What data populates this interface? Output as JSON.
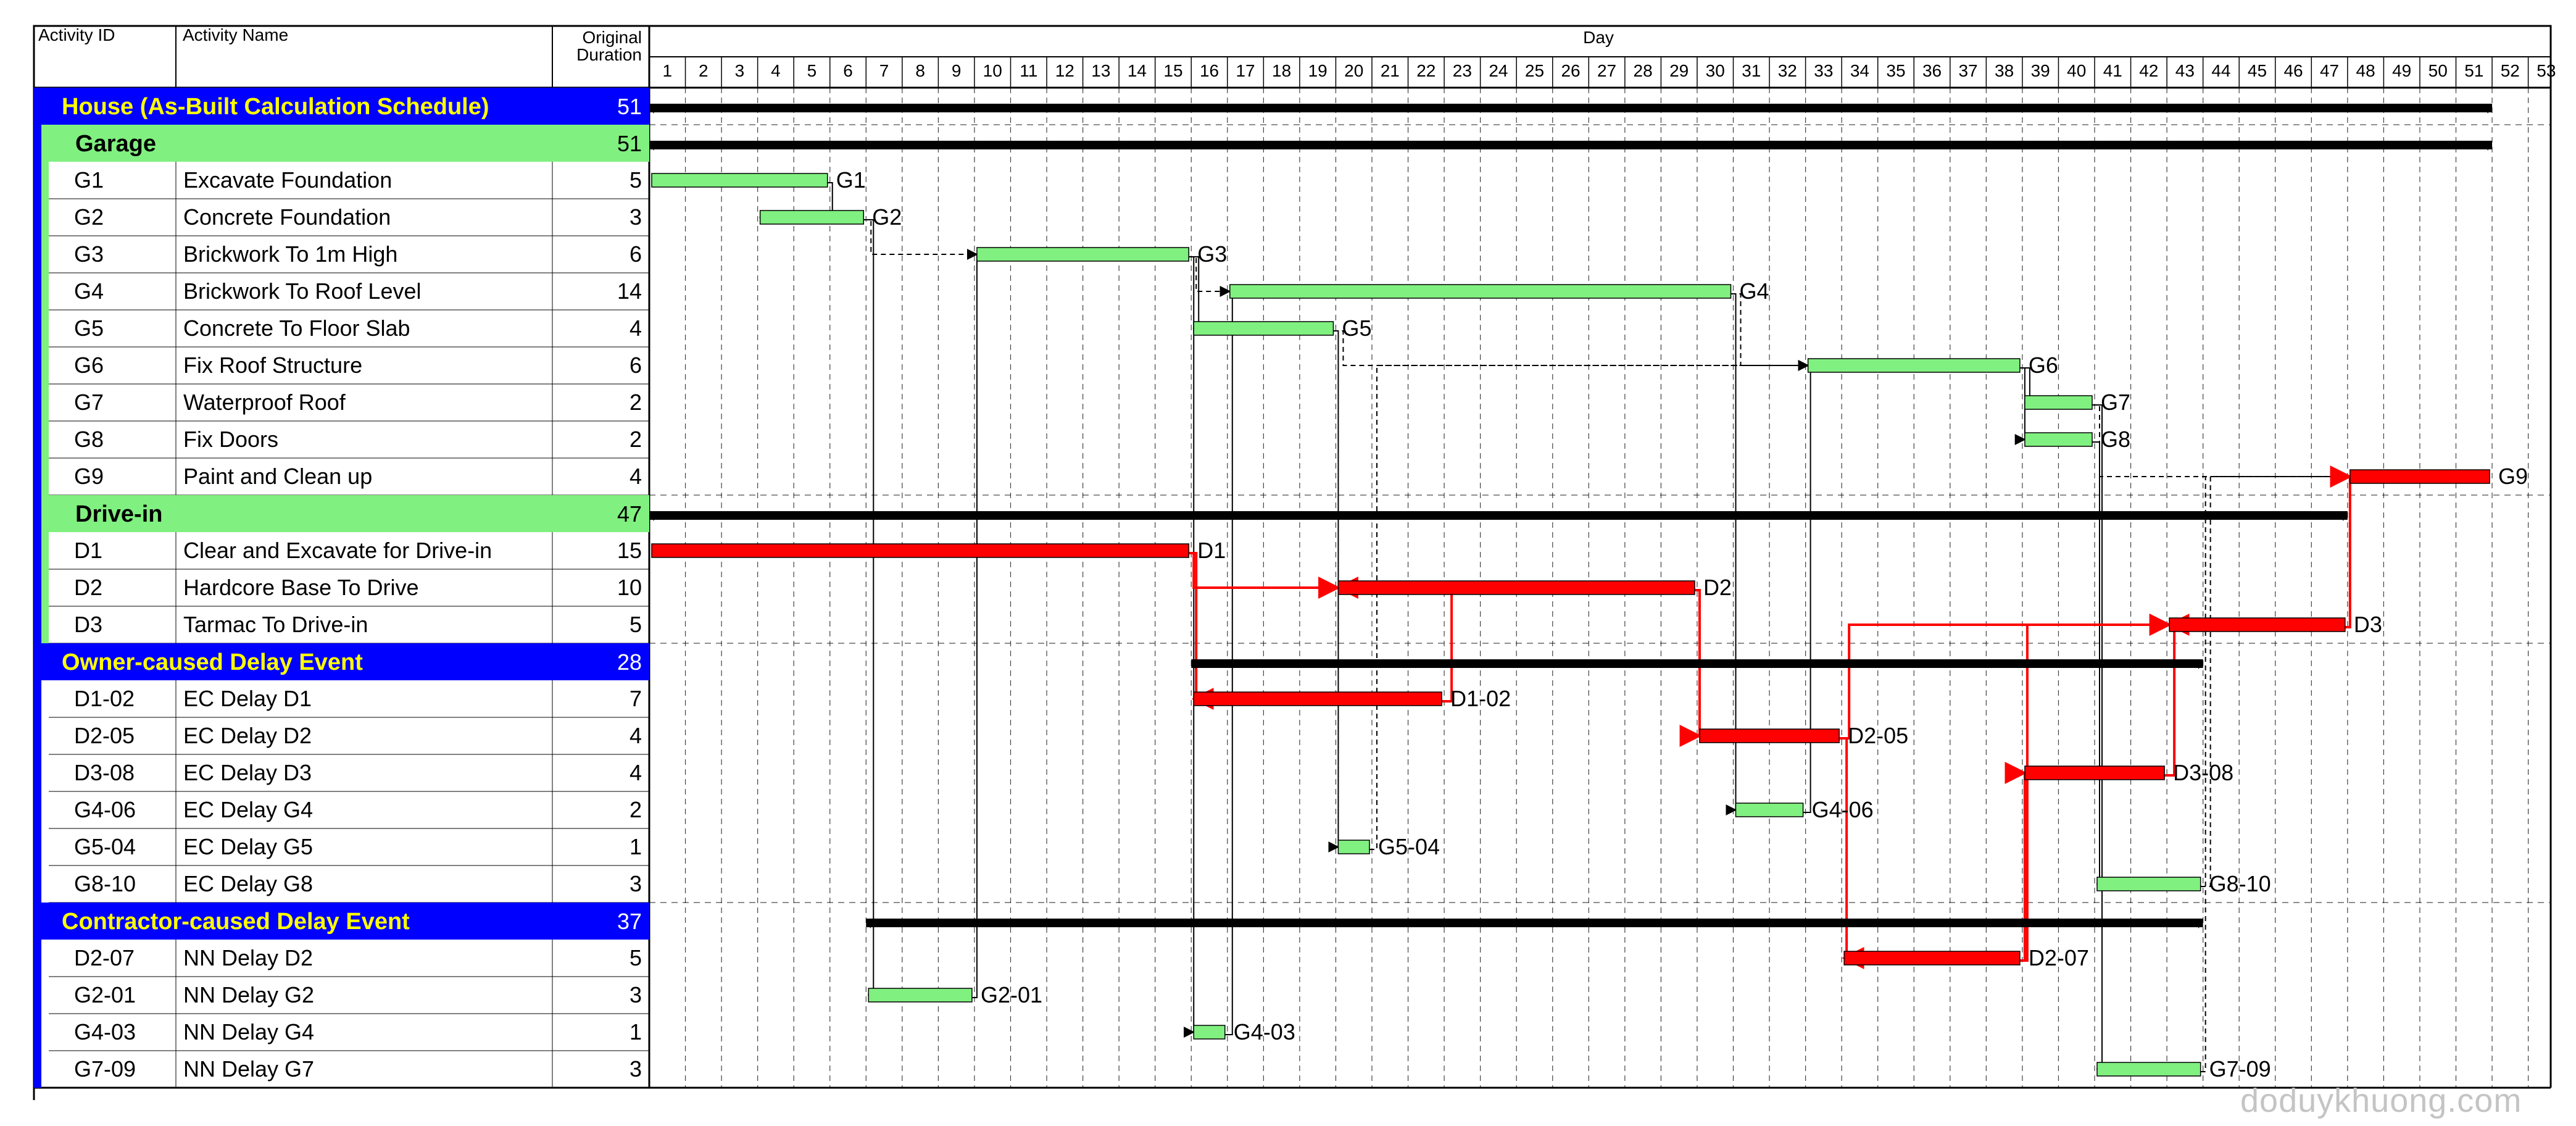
{
  "table": {
    "col_id": "Activity ID",
    "col_name": "Activity Name",
    "col_dur_1": "Original",
    "col_dur_2": "Duration",
    "timeline_title": "Day"
  },
  "watermark": "doduykhuong.com",
  "colors": {
    "group_blue": "#0000ff",
    "group_title_yellow": "#ffff00",
    "subgroup_green": "#80f080",
    "green_bar": "#80f080",
    "red_bar": "#ff0000",
    "summary_bar": "#000000",
    "white_text": "#ffffff"
  },
  "chart_data": {
    "type": "gantt",
    "x_unit": "Day",
    "days": [
      1,
      2,
      3,
      4,
      5,
      6,
      7,
      8,
      9,
      10,
      11,
      12,
      13,
      14,
      15,
      16,
      17,
      18,
      19,
      20,
      21,
      22,
      23,
      24,
      25,
      26,
      27,
      28,
      29,
      30,
      31,
      32,
      33,
      34,
      35,
      36,
      37,
      38,
      39,
      40,
      41,
      42,
      43,
      44,
      45,
      46,
      47,
      48,
      49,
      50,
      51,
      52,
      53
    ],
    "rows": [
      {
        "kind": "group",
        "id": "",
        "name": "House (As-Built Calculation Schedule)",
        "duration": 51,
        "start": 1,
        "end": 51
      },
      {
        "kind": "subgroup",
        "id": "",
        "name": "Garage",
        "duration": 51,
        "start": 1,
        "end": 51
      },
      {
        "kind": "task",
        "id": "G1",
        "name": "Excavate Foundation",
        "duration": 5,
        "start": 1,
        "end": 5,
        "color": "green",
        "label": "G1"
      },
      {
        "kind": "task",
        "id": "G2",
        "name": "Concrete Foundation",
        "duration": 3,
        "start": 4,
        "end": 6,
        "color": "green",
        "label": "G2"
      },
      {
        "kind": "task",
        "id": "G3",
        "name": "Brickwork To 1m High",
        "duration": 6,
        "start": 10,
        "end": 15,
        "color": "green",
        "label": "G3"
      },
      {
        "kind": "task",
        "id": "G4",
        "name": "Brickwork To Roof Level",
        "duration": 14,
        "start": 17,
        "end": 30,
        "color": "green",
        "label": "G4"
      },
      {
        "kind": "task",
        "id": "G5",
        "name": "Concrete To Floor Slab",
        "duration": 4,
        "start": 16,
        "end": 19,
        "color": "green",
        "label": "G5"
      },
      {
        "kind": "task",
        "id": "G6",
        "name": "Fix Roof Structure",
        "duration": 6,
        "start": 33,
        "end": 38,
        "color": "green",
        "label": "G6"
      },
      {
        "kind": "task",
        "id": "G7",
        "name": "Waterproof Roof",
        "duration": 2,
        "start": 39,
        "end": 40,
        "color": "green",
        "label": "G7"
      },
      {
        "kind": "task",
        "id": "G8",
        "name": "Fix Doors",
        "duration": 2,
        "start": 39,
        "end": 40,
        "color": "green",
        "label": "G8"
      },
      {
        "kind": "task",
        "id": "G9",
        "name": "Paint and Clean up",
        "duration": 4,
        "start": 48,
        "end": 51,
        "color": "red",
        "label": "G9"
      },
      {
        "kind": "subgroup",
        "id": "",
        "name": "Drive-in",
        "duration": 47,
        "start": 1,
        "end": 47
      },
      {
        "kind": "task",
        "id": "D1",
        "name": "Clear and Excavate for Drive-in",
        "duration": 15,
        "start": 1,
        "end": 15,
        "color": "red",
        "label": "D1"
      },
      {
        "kind": "task",
        "id": "D2",
        "name": "Hardcore Base To Drive",
        "duration": 10,
        "start": 20,
        "end": 29,
        "color": "red",
        "label": "D2"
      },
      {
        "kind": "task",
        "id": "D3",
        "name": "Tarmac To Drive-in",
        "duration": 5,
        "start": 43,
        "end": 47,
        "color": "red",
        "label": "D3"
      },
      {
        "kind": "group",
        "id": "",
        "name": "Owner-caused Delay Event",
        "duration": 28,
        "start": 16,
        "end": 43
      },
      {
        "kind": "task",
        "id": "D1-02",
        "name": "EC Delay D1",
        "duration": 7,
        "start": 16,
        "end": 22,
        "color": "red",
        "label": "D1-02"
      },
      {
        "kind": "task",
        "id": "D2-05",
        "name": "EC Delay D2",
        "duration": 4,
        "start": 30,
        "end": 33,
        "color": "red",
        "label": "D2-05"
      },
      {
        "kind": "task",
        "id": "D3-08",
        "name": "EC Delay D3",
        "duration": 4,
        "start": 39,
        "end": 42,
        "color": "red",
        "label": "D3-08"
      },
      {
        "kind": "task",
        "id": "G4-06",
        "name": "EC Delay G4",
        "duration": 2,
        "start": 31,
        "end": 32,
        "color": "green",
        "label": "G4-06"
      },
      {
        "kind": "task",
        "id": "G5-04",
        "name": "EC Delay G5",
        "duration": 1,
        "start": 20,
        "end": 20,
        "color": "green",
        "label": "G5-04"
      },
      {
        "kind": "task",
        "id": "G8-10",
        "name": "EC Delay G8",
        "duration": 3,
        "start": 41,
        "end": 43,
        "color": "green",
        "label": "G8-10"
      },
      {
        "kind": "group",
        "id": "",
        "name": "Contractor-caused Delay Event",
        "duration": 37,
        "start": 7,
        "end": 43
      },
      {
        "kind": "task",
        "id": "D2-07",
        "name": "NN Delay D2",
        "duration": 5,
        "start": 34,
        "end": 38,
        "color": "red",
        "label": "D2-07"
      },
      {
        "kind": "task",
        "id": "G2-01",
        "name": "NN Delay G2",
        "duration": 3,
        "start": 7,
        "end": 9,
        "color": "green",
        "label": "G2-01"
      },
      {
        "kind": "task",
        "id": "G4-03",
        "name": "NN Delay G4",
        "duration": 1,
        "start": 16,
        "end": 16,
        "color": "green",
        "label": "G4-03"
      },
      {
        "kind": "task",
        "id": "G7-09",
        "name": "NN Delay G7",
        "duration": 3,
        "start": 41,
        "end": 43,
        "color": "green",
        "label": "G7-09"
      }
    ],
    "links": [
      {
        "from": "G1",
        "to": "G2",
        "color": "black"
      },
      {
        "from": "G2",
        "to": "G3",
        "color": "black"
      },
      {
        "from": "G2",
        "to": "G2-01",
        "color": "black"
      },
      {
        "from": "G2-01",
        "to": "G3",
        "color": "black"
      },
      {
        "from": "G3",
        "to": "G4",
        "color": "black"
      },
      {
        "from": "G3",
        "to": "G5",
        "color": "black"
      },
      {
        "from": "G3",
        "to": "G4-03",
        "color": "black"
      },
      {
        "from": "G4-03",
        "to": "G4",
        "color": "black"
      },
      {
        "from": "G4",
        "to": "G6",
        "color": "black"
      },
      {
        "from": "G4",
        "to": "G4-06",
        "color": "black"
      },
      {
        "from": "G4-06",
        "to": "G6",
        "color": "black"
      },
      {
        "from": "G5",
        "to": "G6",
        "color": "black"
      },
      {
        "from": "G5",
        "to": "G5-04",
        "color": "black"
      },
      {
        "from": "G5-04",
        "to": "G6",
        "color": "black"
      },
      {
        "from": "G6",
        "to": "G7",
        "color": "black"
      },
      {
        "from": "G6",
        "to": "G8",
        "color": "black"
      },
      {
        "from": "G7",
        "to": "G9",
        "color": "black"
      },
      {
        "from": "G7",
        "to": "G7-09",
        "color": "black"
      },
      {
        "from": "G7-09",
        "to": "G9",
        "color": "black"
      },
      {
        "from": "G8",
        "to": "G8-10",
        "color": "black"
      },
      {
        "from": "G8-10",
        "to": "G9",
        "color": "black"
      },
      {
        "from": "D1",
        "to": "D2",
        "color": "red"
      },
      {
        "from": "D1",
        "to": "D1-02",
        "color": "red"
      },
      {
        "from": "D1-02",
        "to": "D2",
        "color": "red"
      },
      {
        "from": "D2",
        "to": "D2-05",
        "color": "red"
      },
      {
        "from": "D2-05",
        "to": "D2-07",
        "color": "red"
      },
      {
        "from": "D2-05",
        "to": "D3",
        "color": "red"
      },
      {
        "from": "D2-07",
        "to": "D3-08",
        "color": "red"
      },
      {
        "from": "D2-07",
        "to": "D3",
        "color": "red"
      },
      {
        "from": "D3-08",
        "to": "D3",
        "color": "red"
      },
      {
        "from": "D3",
        "to": "G9",
        "color": "red"
      }
    ]
  }
}
